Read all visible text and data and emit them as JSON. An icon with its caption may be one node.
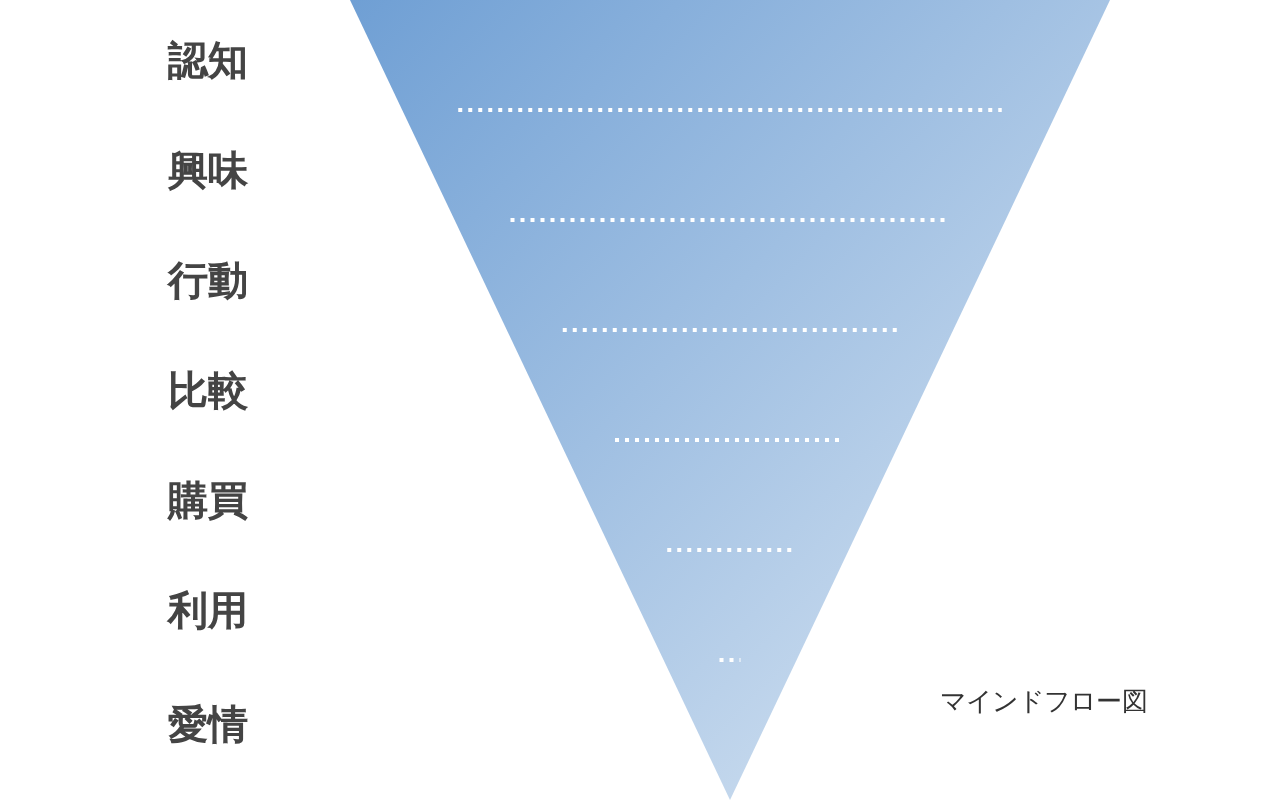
{
  "diagram": {
    "caption": "マインドフロー図",
    "nodes": [
      {
        "text": [],
        "shape": "band"
      },
      {
        "text": [],
        "shape": "band"
      },
      {
        "text": [],
        "shape": "band"
      },
      {
        "text": [],
        "shape": "band"
      },
      {
        "text": [],
        "shape": "band"
      },
      {
        "text": [],
        "shape": "band"
      },
      {
        "text": [],
        "shape": "triangle"
      }
    ],
    "labels": [
      "認知",
      "興味",
      "行動",
      "比較",
      "購買",
      "利用",
      "愛情"
    ]
  }
}
